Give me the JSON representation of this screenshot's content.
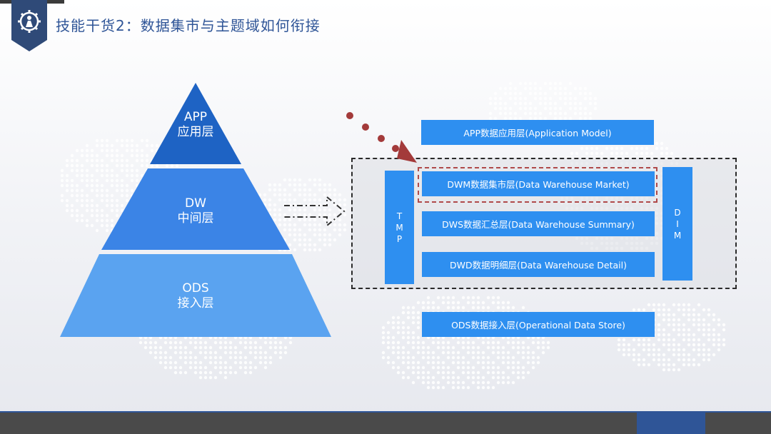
{
  "header": {
    "title": "技能干货2：数据集市与主题域如何衔接",
    "logo_icon": "gear-person-icon"
  },
  "pyramid": {
    "levels": [
      {
        "line1": "APP",
        "line2": "应用层",
        "color": "#1e63c4"
      },
      {
        "line1": "DW",
        "line2": "中间层",
        "color": "#3b84e6"
      },
      {
        "line1": "ODS",
        "line2": "接入层",
        "color": "#5aa3f0"
      }
    ]
  },
  "layers": {
    "app": "APP数据应用层(Application Model)",
    "dwm": "DWM数据集市层(Data Warehouse Market)",
    "dws": "DWS数据汇总层(Data Warehouse Summary)",
    "dwd": "DWD数据明细层(Data Warehouse Detail)",
    "ods": "ODS数据接入层(Operational Data Store)"
  },
  "side_bars": {
    "tmp": [
      "T",
      "M",
      "P"
    ],
    "dim": [
      "D",
      "I",
      "M"
    ]
  },
  "colors": {
    "layer_box": "#2e8ff0",
    "title": "#2f5597",
    "highlight": "#b04a4a"
  }
}
